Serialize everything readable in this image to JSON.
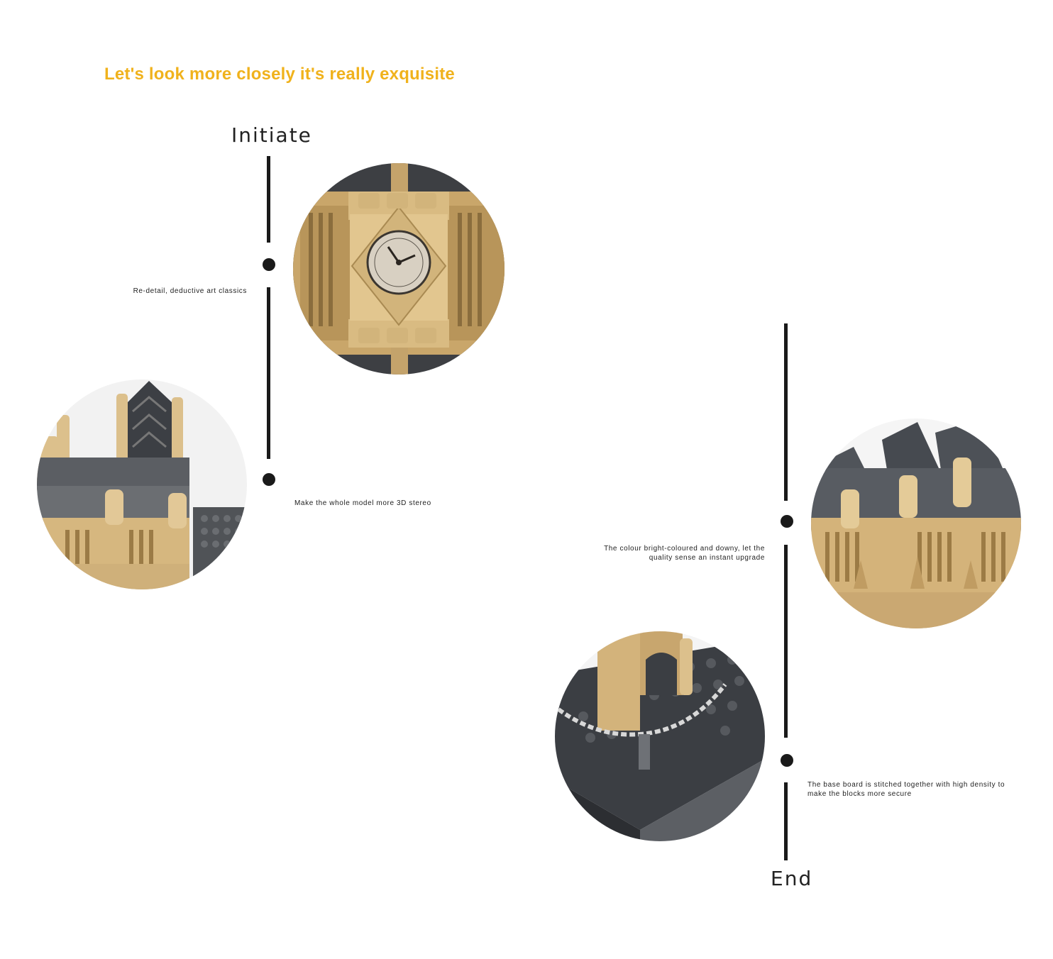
{
  "headline": "Let's look more closely it's really exquisite",
  "start_label": "Initiate",
  "end_label": "End",
  "features": [
    {
      "caption": "Re-detail, deductive art classics",
      "image_icon": "clock-tower-detail-photo"
    },
    {
      "caption": "Make the whole model more 3D stereo",
      "image_icon": "palace-spire-photo"
    },
    {
      "caption": "The colour bright-coloured and downy, let the quality sense an instant upgrade",
      "image_icon": "roof-facade-photo"
    },
    {
      "caption": "The base board is stitched together with high density to make the blocks more secure",
      "image_icon": "baseboard-chain-photo"
    }
  ],
  "colors": {
    "headline": "#f0b21c",
    "tan": "#d8b77c",
    "dark_grey": "#4a4d52",
    "timeline": "#1a1a1a"
  }
}
